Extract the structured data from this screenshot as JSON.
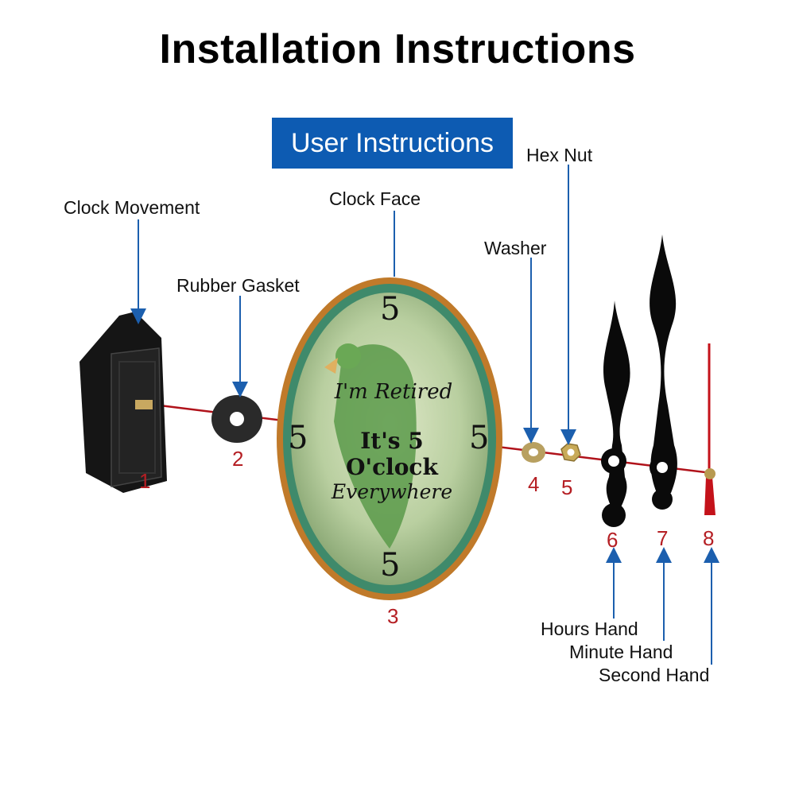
{
  "title": "Installation Instructions",
  "badge": "User Instructions",
  "labels": {
    "clock_movement": "Clock Movement",
    "rubber_gasket": "Rubber Gasket",
    "clock_face": "Clock Face",
    "washer": "Washer",
    "hex_nut": "Hex Nut",
    "hours_hand": "Hours Hand",
    "minute_hand": "Minute Hand",
    "second_hand": "Second Hand"
  },
  "numbers": {
    "n1": "1",
    "n2": "2",
    "n3": "3",
    "n4": "4",
    "n5": "5",
    "n6": "6",
    "n7": "7",
    "n8": "8"
  },
  "clock_face": {
    "line1": "I'm Retired",
    "line2": "It's 5 O'clock",
    "line3": "Everywhere",
    "hour_mark": "5"
  },
  "colors": {
    "accent_blue": "#0d5bb2",
    "arrow_blue": "#1c5fae",
    "number_red": "#b51f24",
    "axis_red": "#b0121a"
  }
}
